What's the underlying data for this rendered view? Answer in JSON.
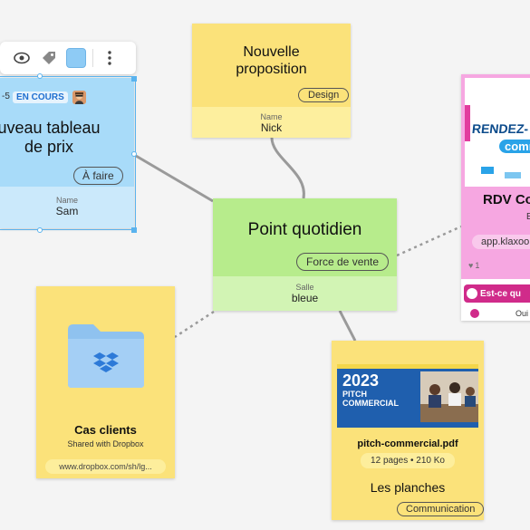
{
  "toolbar": {
    "icons": [
      "eye-icon",
      "tag-icon",
      "color-swatch",
      "more-icon"
    ],
    "swatch_color": "#8ecbf5"
  },
  "blue_card": {
    "id_prefix": "-5",
    "status_badge": "EN COURS",
    "title_line1": "uveau tableau",
    "title_line2": "de prix",
    "tag": "À faire",
    "field_label": "Name",
    "field_value": "Sam"
  },
  "yellow_top": {
    "title_line1": "Nouvelle",
    "title_line2": "proposition",
    "tag": "Design",
    "field_label": "Name",
    "field_value": "Nick"
  },
  "green_card": {
    "title": "Point quotidien",
    "tag": "Force de vente",
    "field_label": "Salle",
    "field_value": "bleue"
  },
  "pink_card": {
    "image_text_line1": "RENDEZ-",
    "image_text_line2": "comm",
    "title": "RDV Co",
    "subtitle": "E",
    "link": "app.klaxoo",
    "likes": "1",
    "question_banner": "Est-ce qu",
    "footer_text": "Oui"
  },
  "dropbox_card": {
    "title": "Cas clients",
    "subtitle": "Shared with Dropbox",
    "link": "www.dropbox.com/sh/lg..."
  },
  "pitch_card": {
    "image_year": "2023",
    "image_line1": "PITCH",
    "image_line2": "COMMERCIAL",
    "filename": "pitch-commercial.pdf",
    "meta": "12 pages • 210 Ko",
    "title": "Les planches",
    "tag": "Communication"
  },
  "colors": {
    "blue_card": "#a8dbf9",
    "yellow_card": "#fbe27a",
    "green_card": "#b7ec8c",
    "pink_card": "#f6a7e1",
    "selection": "#5ab3ee",
    "badge_blue": "#1e6fd0"
  }
}
